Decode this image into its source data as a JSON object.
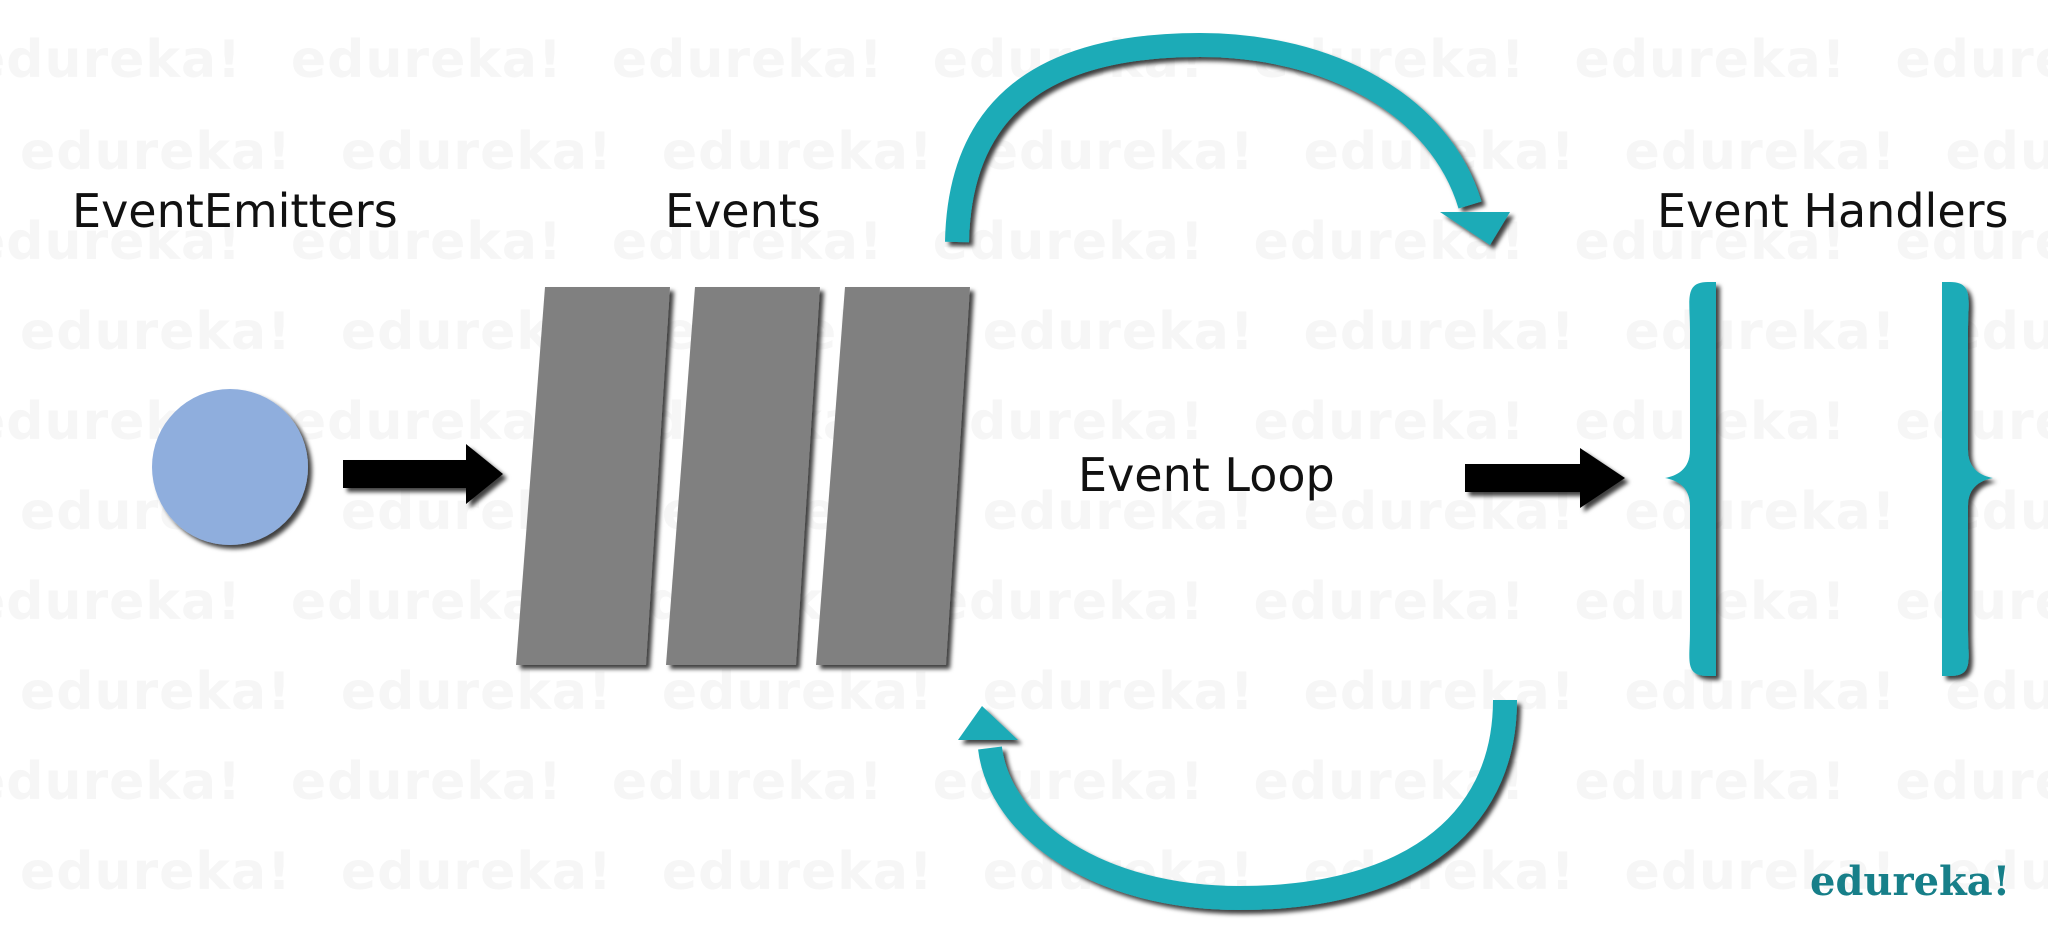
{
  "labels": {
    "emitters": "EventEmitters",
    "events": "Events",
    "loop": "Event Loop",
    "handlers": "Event Handlers"
  },
  "watermark": {
    "word": "edureka!"
  },
  "logo": "edureka!",
  "colors": {
    "teal": "#1aabb7",
    "circle": "#8faedd",
    "event_block": "#808080",
    "arrow": "#000000"
  }
}
